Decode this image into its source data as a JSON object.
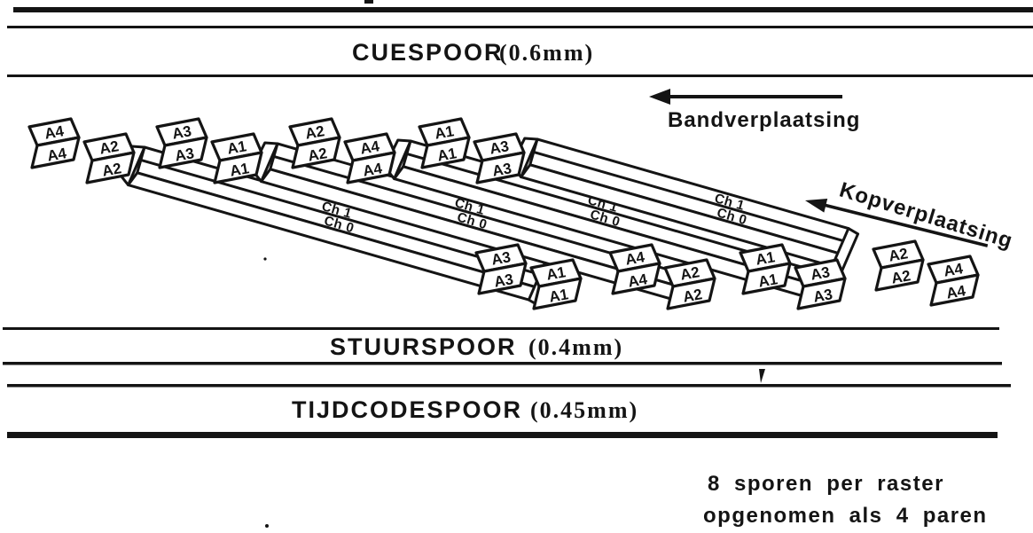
{
  "palette": {
    "ink": "#141414",
    "paper": "#ffffff"
  },
  "cue_track": {
    "name": "CUESPOOR",
    "width": "(0.6mm)"
  },
  "stuur_track": {
    "name": "STUURSPOOR",
    "width": "(0.4mm)"
  },
  "tijdcode_track": {
    "name": "TIJDCODESPOOR",
    "width": "(0.45mm)"
  },
  "tape_arrow": {
    "label": "Bandverplaatsing",
    "direction": "left"
  },
  "head_arrow": {
    "label": "Kopverplaatsing",
    "direction": "up-left"
  },
  "raster": {
    "ch_top": "Ch 1",
    "ch_bottom": "Ch 0",
    "count": 4
  },
  "blocks": {
    "top": [
      "A4",
      "A2",
      "A3",
      "A1",
      "A2",
      "A4",
      "A1",
      "A3"
    ],
    "bottom": [
      "A3",
      "A1",
      "A4",
      "A2",
      "A1",
      "A3",
      "A2",
      "A4"
    ]
  },
  "note": {
    "line1": "8 sporen per raster",
    "line2": "opgenomen als 4 paren"
  }
}
